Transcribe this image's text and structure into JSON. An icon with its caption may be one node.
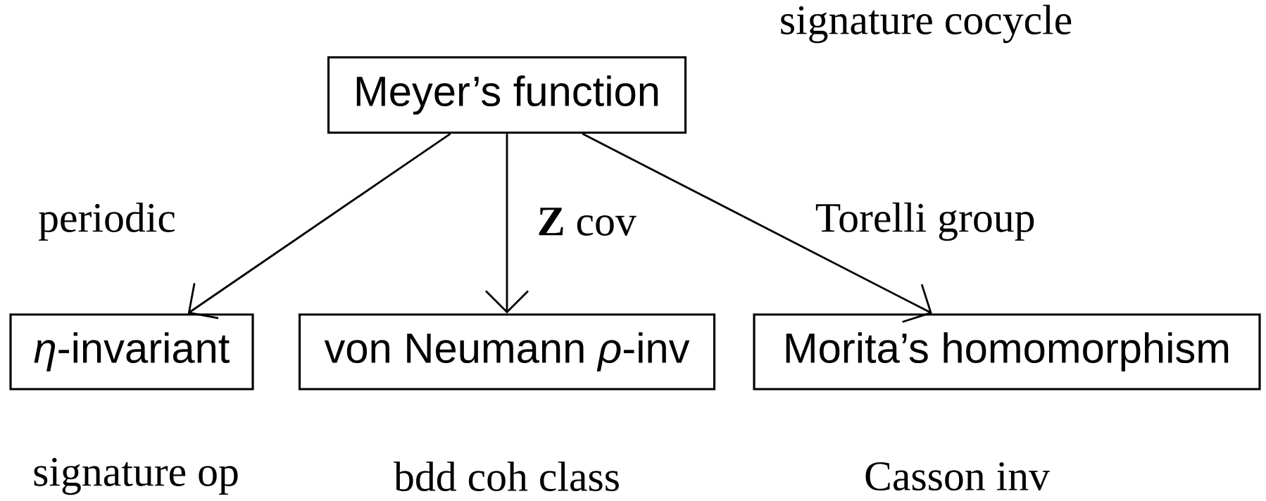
{
  "diagram": {
    "nodes": [
      {
        "text": [
          "Meyer’s function"
        ]
      },
      {
        "text": [
          "*η*-invariant"
        ]
      },
      {
        "text": [
          "von Neumann *ρ*-inv"
        ]
      },
      {
        "text": [
          "Morita’s homomorphism"
        ]
      }
    ],
    "edges": [
      {
        "from": 0,
        "to": 1,
        "arrow": "to",
        "label": "periodic"
      },
      {
        "from": 0,
        "to": 2,
        "arrow": "to",
        "label": "**Z** cov"
      },
      {
        "from": 0,
        "to": 3,
        "arrow": "to",
        "label": "Torelli group"
      }
    ],
    "labels": [
      "signature cocycle",
      "signature op",
      "bdd coh class",
      "Casson inv"
    ]
  }
}
